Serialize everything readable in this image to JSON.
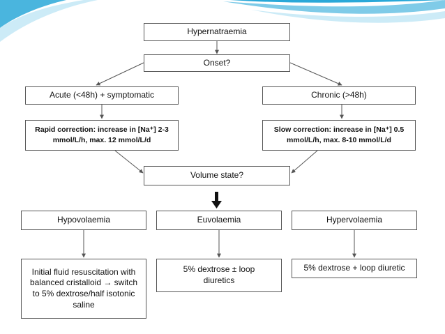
{
  "flowchart": {
    "title": "Hypernatraemia",
    "onset": "Onset?",
    "acute": "Acute (<48h) + symptomatic",
    "chronic": "Chronic (>48h)",
    "rapid": "Rapid correction: increase in [Na⁺] 2-3 mmol/L/h, max. 12 mmol/L/d",
    "slow": "Slow correction: increase in [Na⁺] 0.5 mmol/L/h, max. 8-10 mmol/L/d",
    "volume": "Volume state?",
    "hypo": "Hypovolaemia",
    "euvo": "Euvolaemia",
    "hyper": "Hypervolaemia",
    "hypo_tx": "Initial fluid resuscitation with balanced cristalloid → switch to 5% dextrose/half isotonic saline",
    "euvo_tx": "5% dextrose ± loop diuretics",
    "hyper_tx": "5% dextrose + loop diuretic"
  },
  "theme": {
    "accent": "#2aa8d8",
    "accent_light": "#bfe6f5",
    "box_border": "#555555"
  }
}
